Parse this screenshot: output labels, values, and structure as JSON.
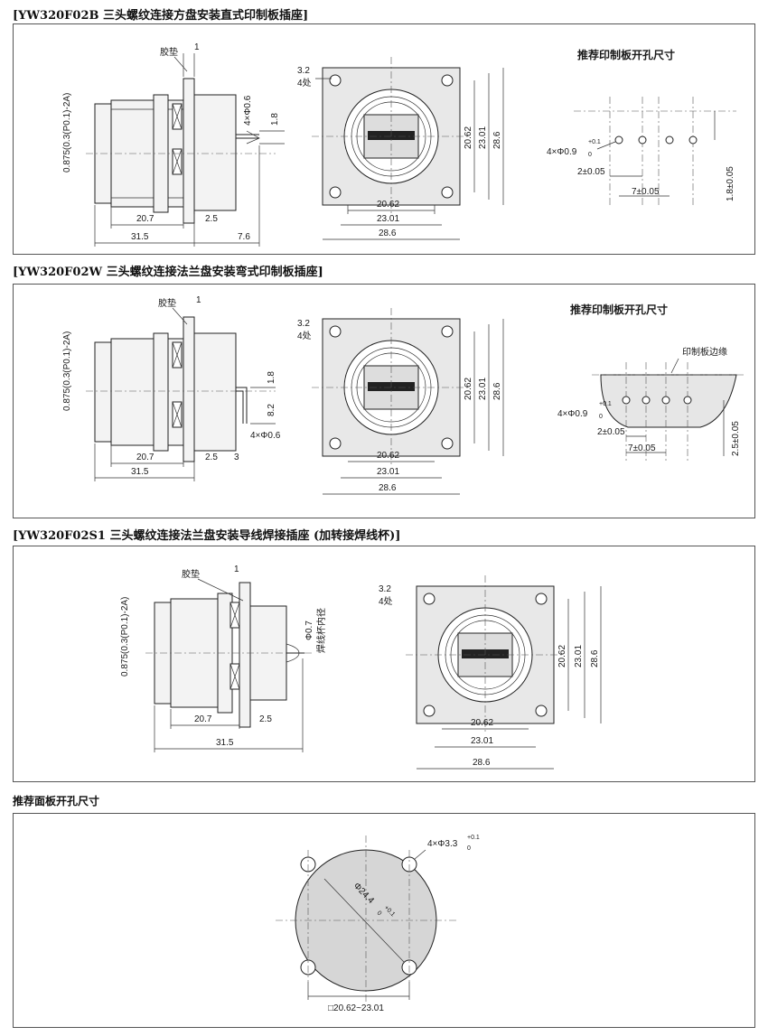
{
  "sections": [
    {
      "title": "[YW320F02B 三头螺纹连接方盘安装直式印制板插座]",
      "side": {
        "gasket": "胶垫",
        "d_one": "1",
        "thread": "0.875(0.3(P0.1)-2A)",
        "pin_dia": "4×Φ0.6",
        "lead": "1.8",
        "d_body": "20.7",
        "d_flange": "2.5",
        "d_total": "31.5",
        "d_tail": "7.6"
      },
      "front": {
        "hole": "3.2",
        "qty": "4处",
        "inner": "20.62",
        "mid": "23.01",
        "outer": "28.6"
      },
      "pcb": {
        "title": "推荐印制板开孔尺寸",
        "hole": "4×Φ0.9",
        "tol": "+0.1",
        "tol0": "0",
        "x1": "2±0.05",
        "x2": "7±0.05",
        "y1": "1.8±0.05"
      }
    },
    {
      "title": "[YW320F02W 三头螺纹连接法兰盘安装弯式印制板插座]",
      "side": {
        "gasket": "胶垫",
        "d_one": "1",
        "thread": "0.875(0.3(P0.1)-2A)",
        "lead": "1.8",
        "bend": "8.2",
        "pin_dia": "4×Φ0.6",
        "d_body": "20.7",
        "d_flange": "2.5",
        "d_three": "3",
        "d_total": "31.5"
      },
      "front": {
        "hole": "3.2",
        "qty": "4处",
        "inner": "20.62",
        "mid": "23.01",
        "outer": "28.6"
      },
      "pcb": {
        "title": "推荐印制板开孔尺寸",
        "edge": "印制板边缘",
        "hole": "4×Φ0.9",
        "tol": "+0.1",
        "tol0": "0",
        "x1": "2±0.05",
        "x2": "7±0.05",
        "y1": "2.5±0.05"
      }
    },
    {
      "title": "[YW320F02S1 三头螺纹连接法兰盘安装导线焊接插座 (加转接焊线杯)]",
      "side": {
        "gasket": "胶垫",
        "d_one": "1",
        "thread": "0.875(0.3(P0.1)-2A)",
        "cup_dia": "Φ0.7",
        "cup_label": "焊线杯内径",
        "d_body": "20.7",
        "d_flange": "2.5",
        "d_total": "31.5"
      },
      "front": {
        "hole": "3.2",
        "qty": "4处",
        "inner": "20.62",
        "mid": "23.01",
        "outer": "28.6"
      }
    }
  ],
  "panel_cutout": {
    "title": "推荐面板开孔尺寸",
    "hole": "4×Φ3.3",
    "hole_tol": "+0.1",
    "hole_tol0": "0",
    "dia": "Φ24.4",
    "dia_tol": "+0.1",
    "dia_tol0": "0",
    "square": "□20.62~23.01"
  }
}
